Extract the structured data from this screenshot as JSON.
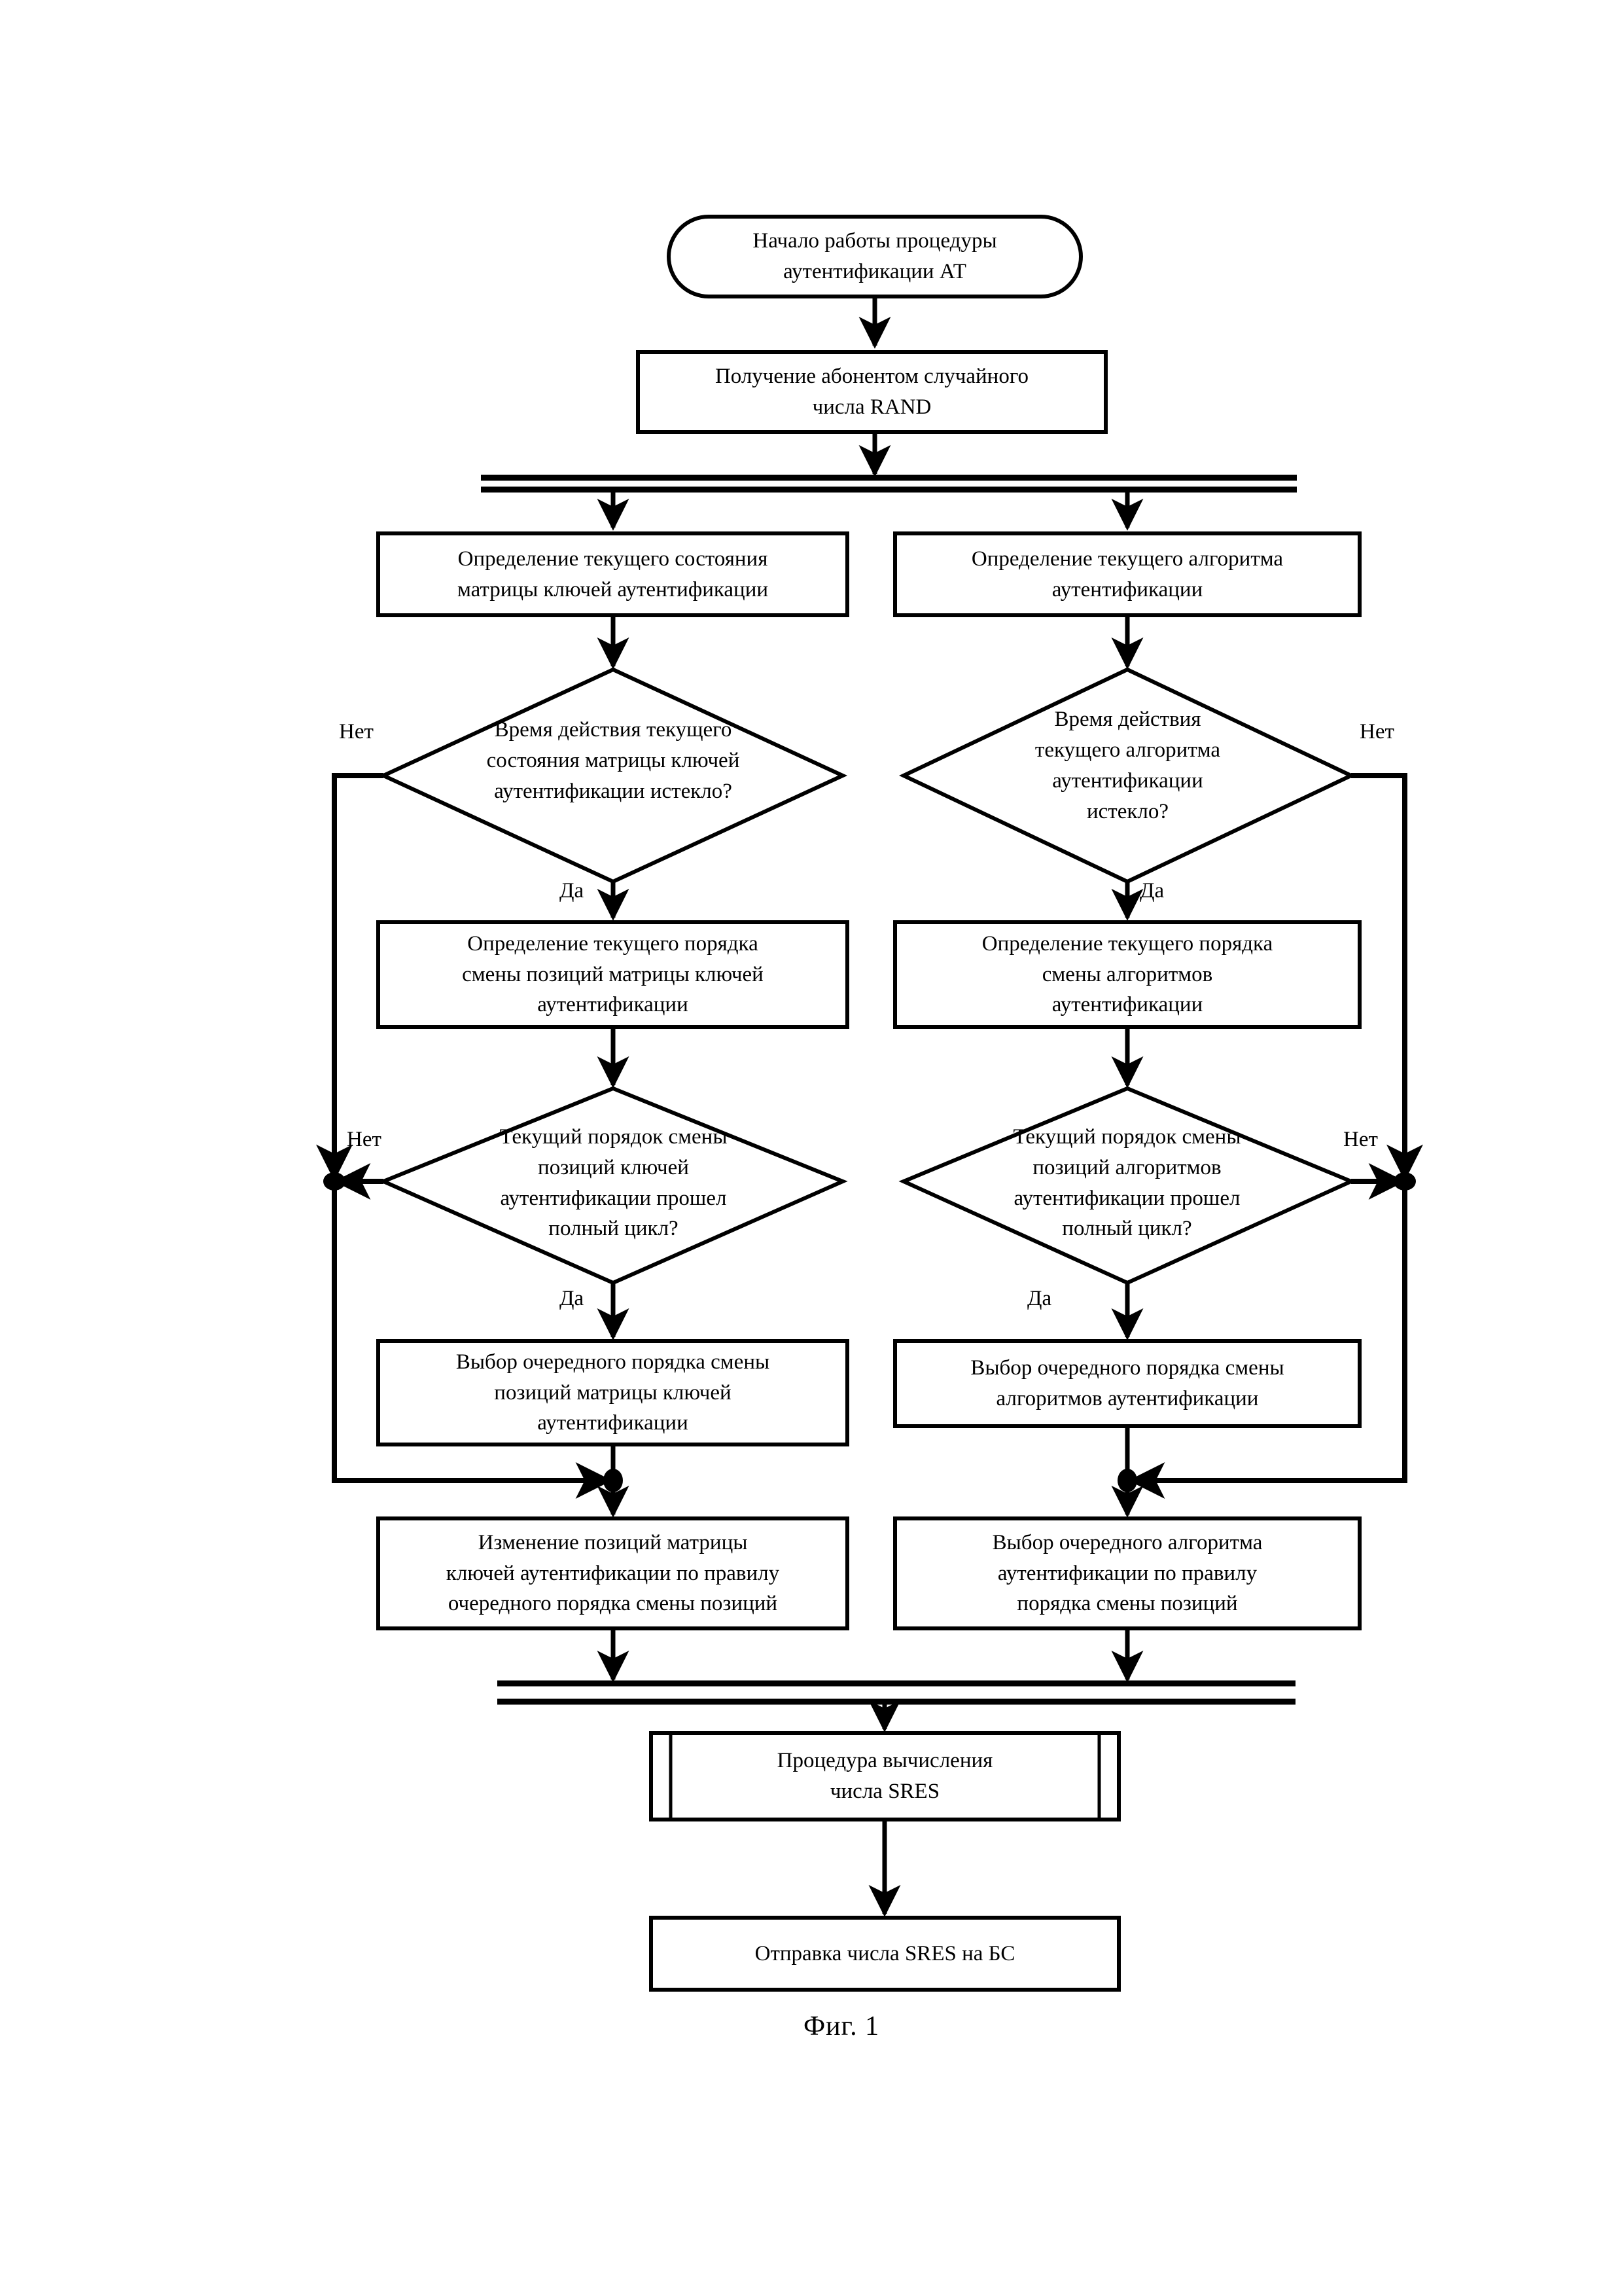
{
  "figure": {
    "caption": "Фиг. 1",
    "type": "flowchart",
    "language": "ru",
    "line_color": "#000000",
    "background_color": "#ffffff"
  },
  "nodes": [
    {
      "id": "start",
      "shape": "terminator",
      "label": "Начало работы процедуры аутентификации АТ",
      "lines": [
        "Начало работы процедуры",
        "аутентификации АТ"
      ]
    },
    {
      "id": "rand",
      "shape": "process",
      "label": "Получение абонентом случайного числа RAND",
      "lines": [
        "Получение абонентом случайного",
        "числа RAND"
      ]
    },
    {
      "id": "fork",
      "shape": "parallel-bar",
      "label": ""
    },
    {
      "id": "left-state",
      "shape": "process",
      "label": "Определение текущего состояния матрицы ключей аутентификации",
      "lines": [
        "Определение текущего состояния",
        "матрицы ключей аутентификации"
      ]
    },
    {
      "id": "right-algo",
      "shape": "process",
      "label": "Определение текущего алгоритма аутентификации",
      "lines": [
        "Определение текущего алгоритма",
        "аутентификации"
      ]
    },
    {
      "id": "left-decision-1",
      "shape": "decision",
      "label": "Время действия текущего состояния матрицы ключей аутентификации истекло?",
      "lines": [
        "Время действия текущего",
        "состояния матрицы ключей",
        "аутентификации истекло?"
      ]
    },
    {
      "id": "right-decision-1",
      "shape": "decision",
      "label": "Время действия текущего алгоритма аутентификации истекло?",
      "lines": [
        "Время действия",
        "текущего алгоритма",
        "аутентификации",
        "истекло?"
      ]
    },
    {
      "id": "left-order",
      "shape": "process",
      "label": "Определение текущего порядка смены позиций матрицы ключей аутентификации",
      "lines": [
        "Определение текущего порядка",
        "смены позиций матрицы ключей",
        "аутентификации"
      ]
    },
    {
      "id": "right-order",
      "shape": "process",
      "label": "Определение текущего порядка смены алгоритмов аутентификации",
      "lines": [
        "Определение текущего порядка",
        "смены алгоритмов",
        "аутентификации"
      ]
    },
    {
      "id": "left-decision-2",
      "shape": "decision",
      "label": "Текущий порядок смены позиций ключей аутентификации прошел полный цикл?",
      "lines": [
        "Текущий порядок смены",
        "позиций ключей",
        "аутентификации прошел",
        "полный цикл?"
      ]
    },
    {
      "id": "right-decision-2",
      "shape": "decision",
      "label": "Текущий порядок смены позиций алгоритмов аутентификации прошел полный цикл?",
      "lines": [
        "Текущий порядок смены",
        "позиций алгоритмов",
        "аутентификации    прошел",
        "полный цикл?"
      ]
    },
    {
      "id": "left-choose-order",
      "shape": "process",
      "label": "Выбор очередного порядка смены позиций матрицы ключей аутентификации",
      "lines": [
        "Выбор очередного порядка смены",
        "позиций матрицы ключей",
        "аутентификации"
      ]
    },
    {
      "id": "right-choose-order",
      "shape": "process",
      "label": "Выбор очередного порядка смены алгоритмов аутентификации",
      "lines": [
        "Выбор очередного порядка смены",
        "алгоритмов аутентификации"
      ]
    },
    {
      "id": "left-apply",
      "shape": "process",
      "label": "Изменение позиций матрицы ключей аутентификации по правилу очередного порядка смены позиций",
      "lines": [
        "Изменение позиций матрицы",
        "ключей аутентификации по правилу",
        "очередного порядка смены позиций"
      ]
    },
    {
      "id": "right-apply",
      "shape": "process",
      "label": "Выбор очередного алгоритма аутентификации по правилу порядка смены позиций",
      "lines": [
        "Выбор очередного алгоритма",
        "аутентификации по правилу",
        "порядка смены позиций"
      ]
    },
    {
      "id": "join",
      "shape": "parallel-bar",
      "label": ""
    },
    {
      "id": "sres-procedure",
      "shape": "predefined-process",
      "label": "Процедура  вычисления числа SRES",
      "lines": [
        "Процедура  вычисления",
        "числа SRES"
      ]
    },
    {
      "id": "send-sres",
      "shape": "process",
      "label": "Отправка числа SRES на БС",
      "lines": [
        "Отправка числа SRES на БС"
      ]
    }
  ],
  "edge_labels": {
    "left_decision_1_no": "Нет",
    "left_decision_1_yes": "Да",
    "right_decision_1_no": "Нет",
    "right_decision_1_yes": "Да",
    "left_decision_2_no": "Нет",
    "left_decision_2_yes": "Да",
    "right_decision_2_no": "Нет",
    "right_decision_2_yes": "Да"
  }
}
